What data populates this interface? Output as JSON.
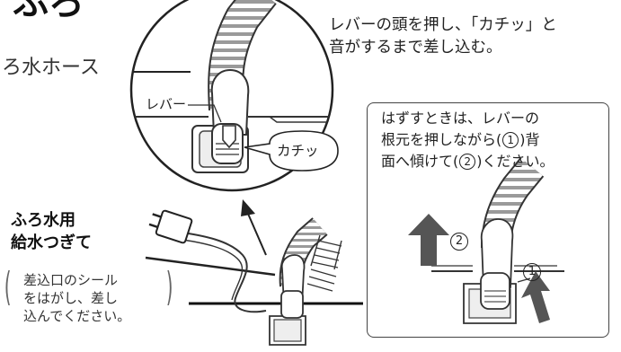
{
  "heading": "ふろ",
  "hose_label": "ろ水ホース",
  "insert_instruction": [
    "レバーの頭を押し、「カチッ」と",
    "音がするまで差し込む。"
  ],
  "lever_label": "レバー",
  "click_label": "カチッ",
  "removal_note": {
    "line1": "はずすときは、レバーの",
    "line2a": "根元を押しながら(",
    "num1": "1",
    "line2b": ")背",
    "line3a": "面へ傾けて(",
    "num2": "2",
    "line3b": ")ください。"
  },
  "step_labels": {
    "first": "1",
    "second": "2"
  },
  "fitting_label": [
    "ふろ水用",
    "給水つぎて"
  ],
  "seal_note": [
    "差込口のシール",
    "をはがし、差し",
    "込んでください。"
  ],
  "colors": {
    "line": "#222222",
    "arrow": "#555555",
    "text": "#222222"
  }
}
